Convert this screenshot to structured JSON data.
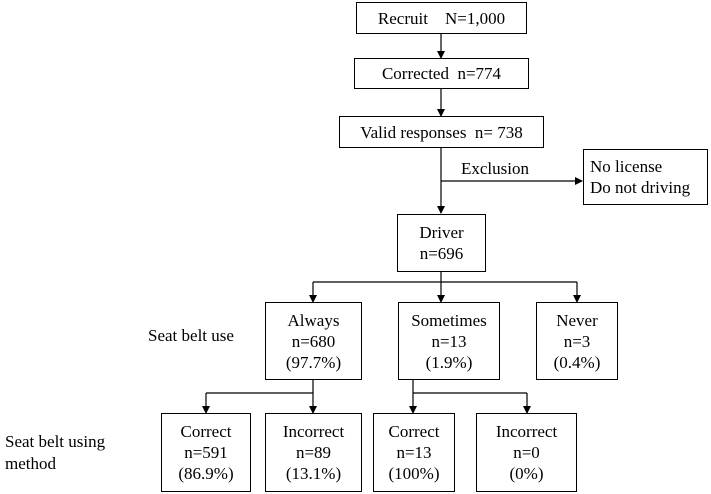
{
  "boxes": {
    "recruit": [
      "Recruit    N=1,000"
    ],
    "corrected": [
      "Corrected  n=774"
    ],
    "valid": [
      "Valid responses  n= 738"
    ],
    "exclusion_reasons": [
      "No license",
      "Do not driving"
    ],
    "driver": [
      "Driver",
      "n=696"
    ],
    "always": [
      "Always",
      "n=680",
      "(97.7%)"
    ],
    "sometimes": [
      "Sometimes",
      "n=13",
      "(1.9%)"
    ],
    "never": [
      "Never",
      "n=3",
      "(0.4%)"
    ],
    "always_correct": [
      "Correct",
      "n=591",
      "(86.9%)"
    ],
    "always_incorrect": [
      "Incorrect",
      "n=89",
      "(13.1%)"
    ],
    "sometimes_correct": [
      "Correct",
      "n=13",
      "(100%)"
    ],
    "sometimes_incorrect": [
      "Incorrect",
      "n=0",
      "(0%)"
    ]
  },
  "labels": {
    "exclusion": "Exclusion",
    "seat_belt_use": "Seat belt use",
    "seat_belt_method_line1": "Seat belt using",
    "seat_belt_method_line2": "method"
  }
}
